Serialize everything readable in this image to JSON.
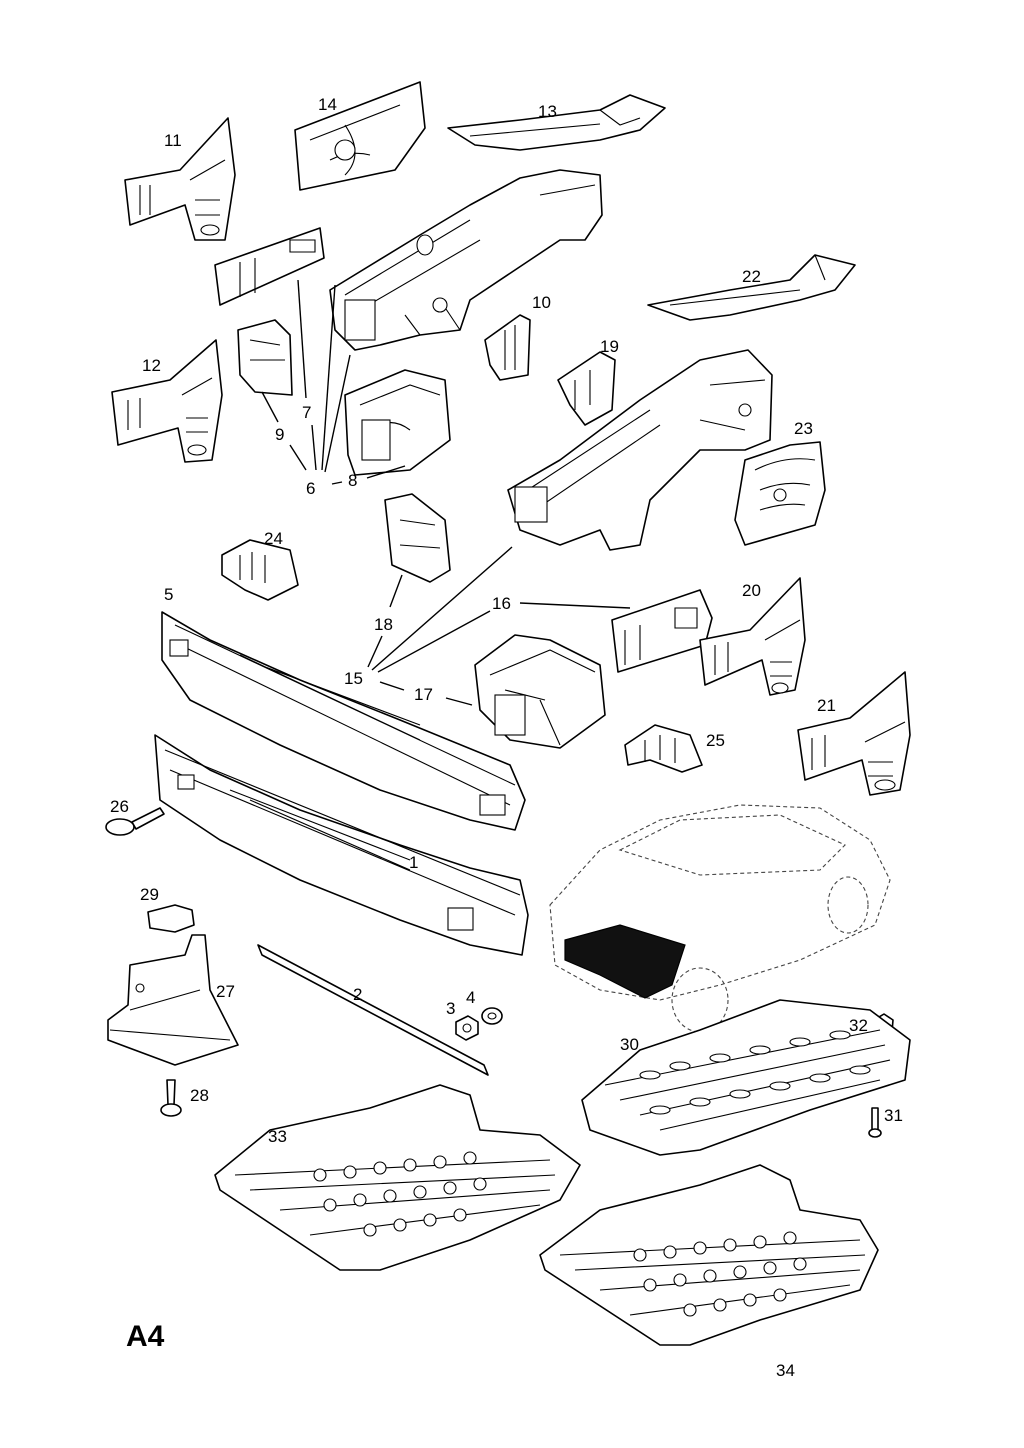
{
  "labels": [
    "1",
    "2",
    "3",
    "4",
    "5",
    "6",
    "7",
    "8",
    "9",
    "10",
    "11",
    "12",
    "13",
    "14",
    "15",
    "16",
    "17",
    "18",
    "19",
    "20",
    "21",
    "22",
    "23",
    "24",
    "25",
    "26",
    "27",
    "28",
    "29",
    "30",
    "31",
    "32",
    "33",
    "34"
  ],
  "page_id": "A4"
}
